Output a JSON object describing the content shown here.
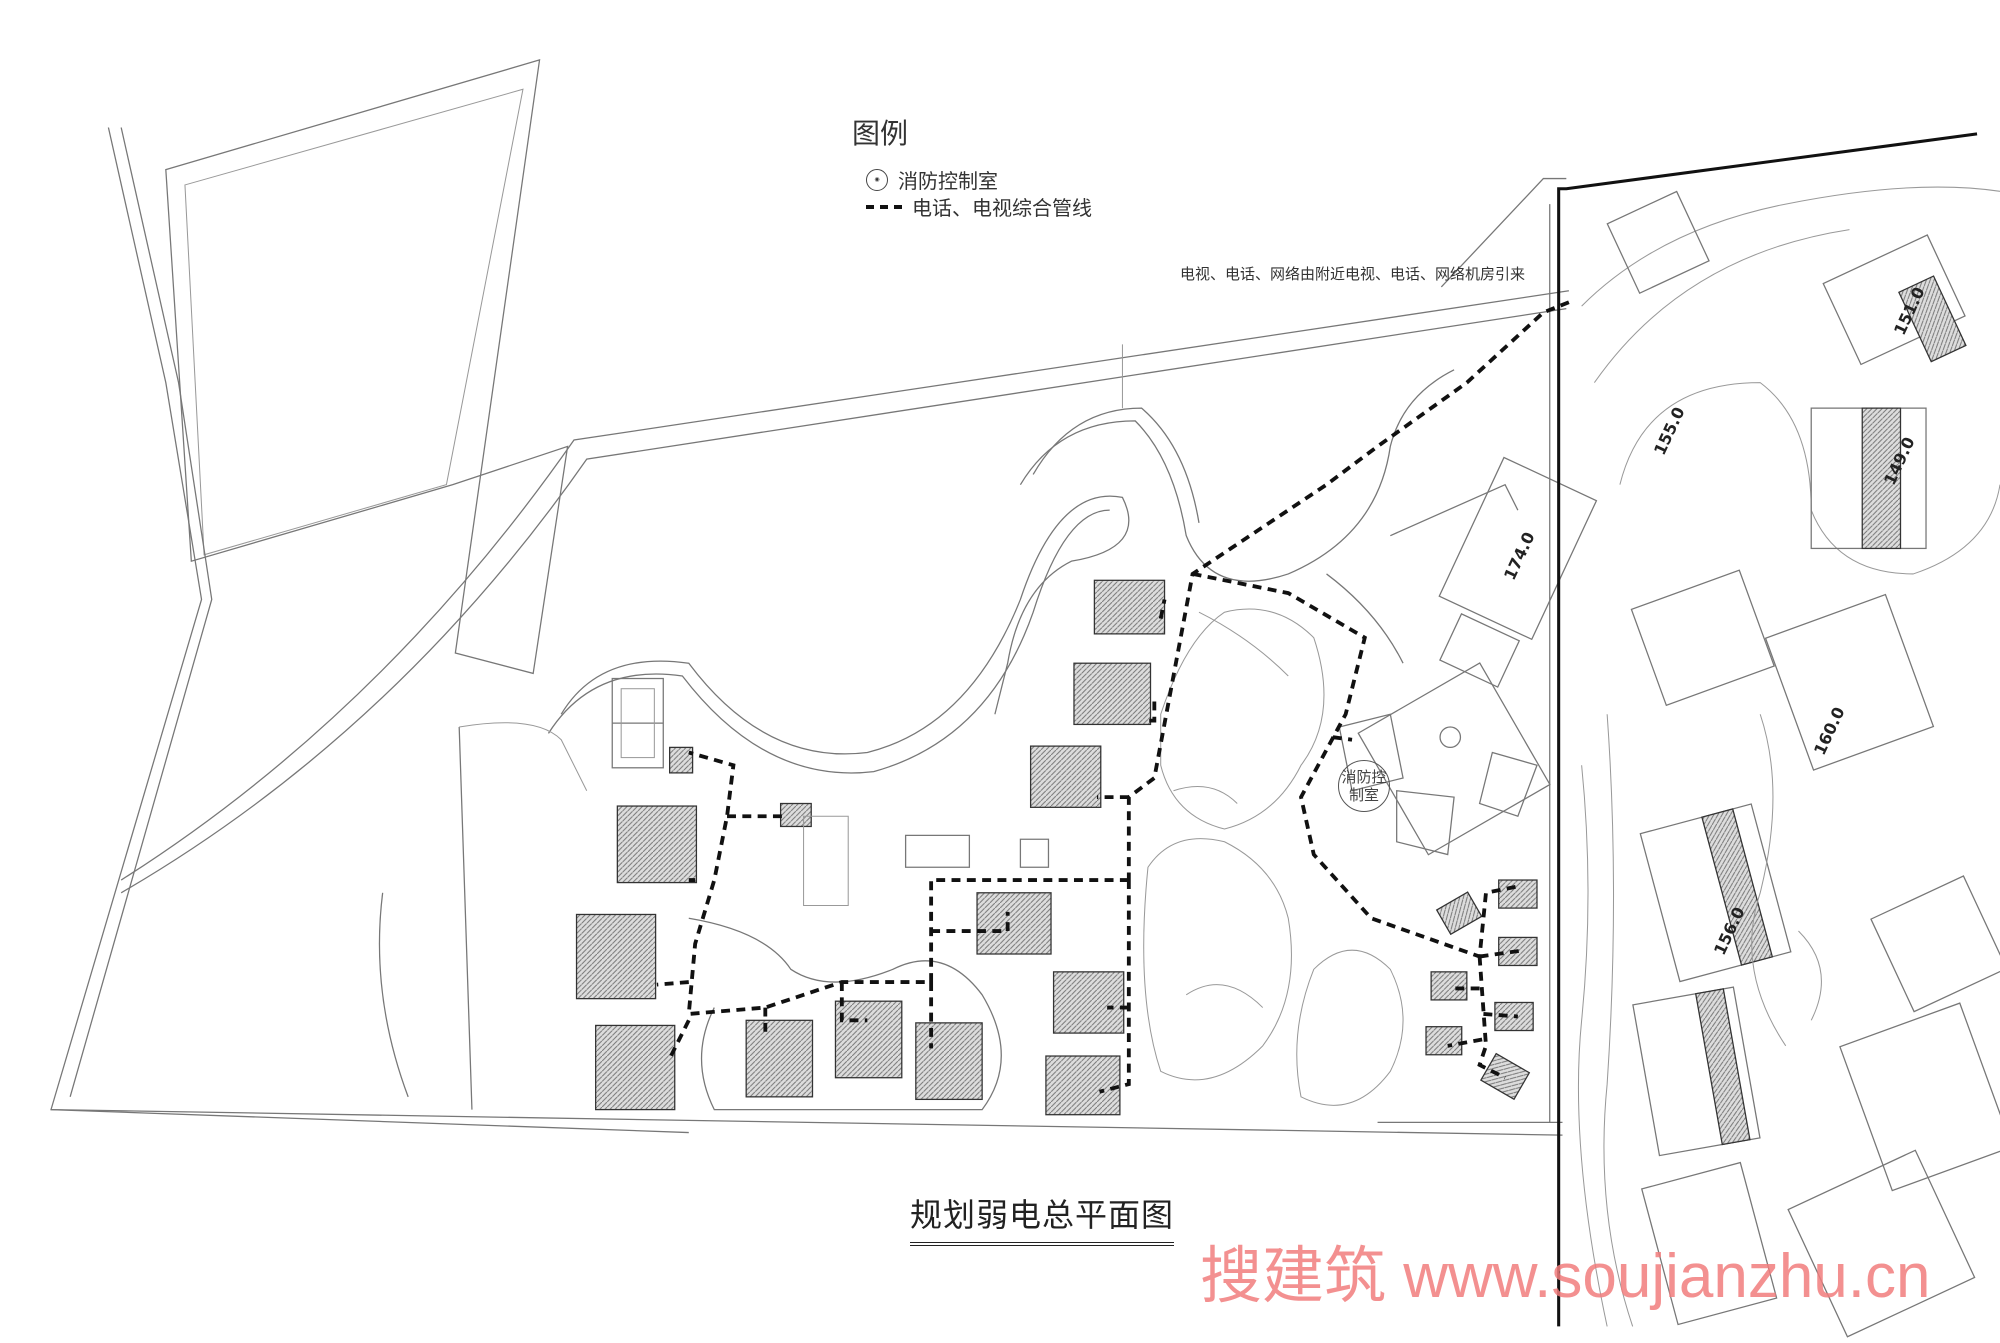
{
  "legend": {
    "title": "图例",
    "items": [
      {
        "icon": "fire-control-room-symbol",
        "symbol_text": "消防控制室",
        "label": "消防控制室"
      },
      {
        "icon": "dashed-line",
        "label": "电话、电视综合管线"
      }
    ]
  },
  "note": "电视、电话、网络由附近电视、电话、网络机房引来",
  "fire_room_label": "消防控制室",
  "elevations": [
    "174.0",
    "155.0",
    "160.0",
    "151.0",
    "149.0",
    "156.0"
  ],
  "plan_title": "规划弱电总平面图",
  "watermark": "搜建筑 www.soujianzhu.cn",
  "colors": {
    "line": "#777777",
    "network": "#111111",
    "watermark": "#f27d7d"
  }
}
